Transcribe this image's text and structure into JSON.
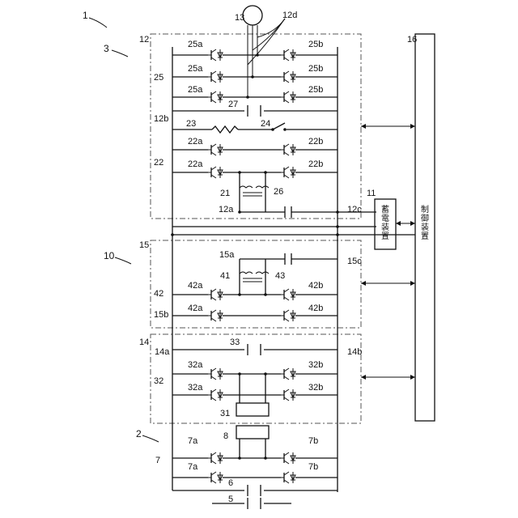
{
  "labels": {
    "system": "1",
    "unit_power": "3",
    "unit_store": "10",
    "source_unit": "2",
    "motor": "13",
    "inv_12": "12",
    "conv_14": "14",
    "conv_15": "15",
    "ctrl_16": "16",
    "sub_12a": "12a",
    "sub_12b": "12b",
    "sub_12c": "12c",
    "sub_12d": "12d",
    "sub_14a": "14a",
    "sub_14b": "14b",
    "sub_15a": "15a",
    "sub_15b": "15b",
    "sub_15c": "15c",
    "l25": "25",
    "l25a_1": "25a",
    "l25a_2": "25a",
    "l25a_3": "25a",
    "l25b_1": "25b",
    "l25b_2": "25b",
    "l25b_3": "25b",
    "l27": "27",
    "l23": "23",
    "l24": "24",
    "l22": "22",
    "l22a_1": "22a",
    "l22a_2": "22a",
    "l22b_1": "22b",
    "l22b_2": "22b",
    "l21": "21",
    "l26": "26",
    "l11": "11",
    "l41": "41",
    "l42": "42",
    "l42a_1": "42a",
    "l42a_2": "42a",
    "l42b_1": "42b",
    "l42b_2": "42b",
    "l43": "43",
    "l33": "33",
    "l32": "32",
    "l32a_1": "32a",
    "l32a_2": "32a",
    "l32b_1": "32b",
    "l32b_2": "32b",
    "l31": "31",
    "l8": "8",
    "l7": "7",
    "l7a_1": "7a",
    "l7a_2": "7a",
    "l7b_1": "7b",
    "l7b_2": "7b",
    "l6": "6",
    "l5": "5"
  },
  "blocks": {
    "storage_device": "蓄電装置",
    "control_device": "制御装置"
  }
}
